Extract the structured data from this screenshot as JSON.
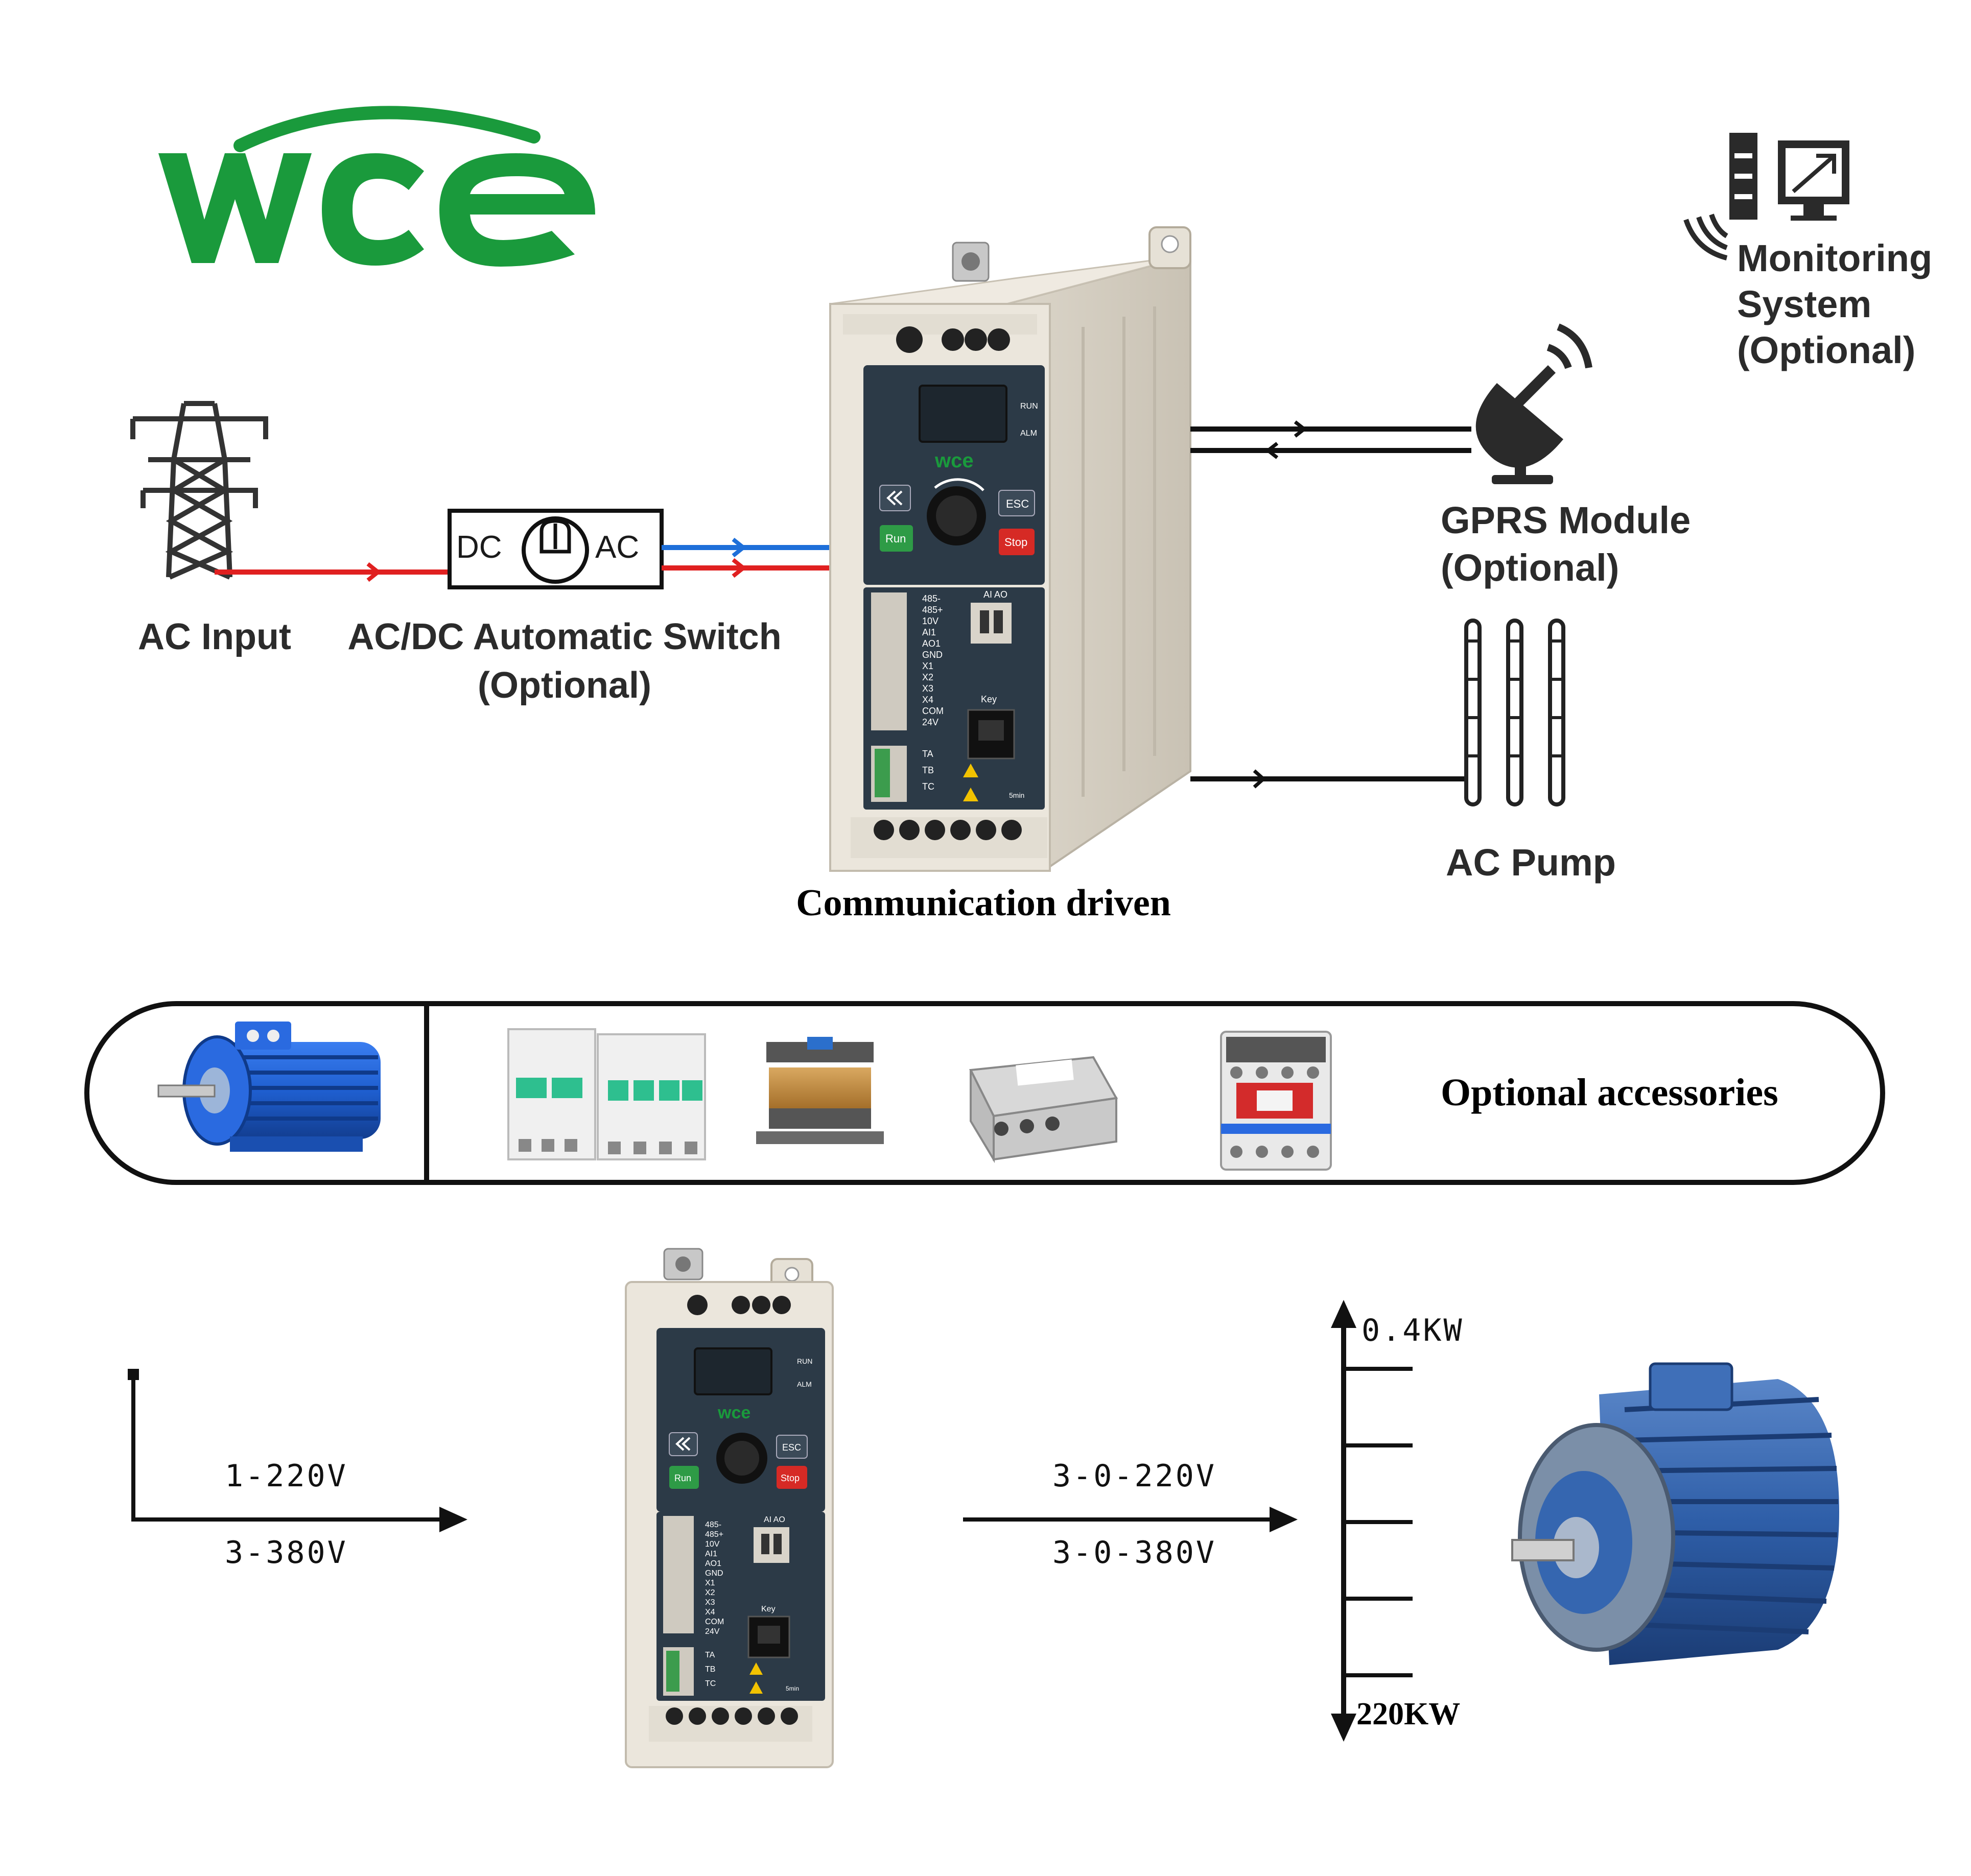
{
  "logo": {
    "text": "wce",
    "color": "#1a9a3c"
  },
  "labels": {
    "ac_input": "AC Input",
    "ac_dc_switch": "AC/DC Automatic Switch",
    "ac_dc_switch_note": "(Optional)",
    "switch_dc": "DC",
    "switch_ac": "AC",
    "communication_driven": "Communication driven",
    "gprs_module": "GPRS Module",
    "gprs_note": "(Optional)",
    "monitoring_line1": "Monitoring",
    "monitoring_line2": "System",
    "monitoring_line3": "(Optional)",
    "ac_pump": "AC Pump",
    "optional_accessories": "Optional accessories"
  },
  "bottom": {
    "input_voltage_1": "1-220V",
    "input_voltage_2": "3-380V",
    "output_voltage_1": "3-0-220V",
    "output_voltage_2": "3-0-380V",
    "power_min": "0.4KW",
    "power_max": "220KW"
  },
  "vfd": {
    "brand": "wce",
    "btn_run": "Run",
    "btn_stop": "Stop",
    "btn_esc": "ESC",
    "status_run": "RUN",
    "status_alm": "ALM",
    "terminals": [
      "485-",
      "485+",
      "10V",
      "AI1",
      "AO1",
      "GND",
      "X1",
      "X2",
      "X3",
      "X4",
      "COM",
      "24V"
    ],
    "relay_terminals": [
      "TA",
      "TB",
      "TC"
    ],
    "ai_ao": "AI AO",
    "key": "Key",
    "timer": "5min"
  },
  "colors": {
    "ac_line": "#e02020",
    "dc_line": "#1e6fd9",
    "vfd_body": "#e9e4da",
    "vfd_panel": "#2c3a47",
    "btn_run": "#2e9b46",
    "btn_stop": "#d62a25",
    "motor_blue": "#1f5fd0"
  },
  "icons": [
    "power-tower-icon",
    "satellite-dish-icon",
    "computer-icon",
    "pump-icon",
    "motor-icon",
    "breaker-icon",
    "reactor-icon",
    "filter-icon",
    "contactor-icon"
  ]
}
